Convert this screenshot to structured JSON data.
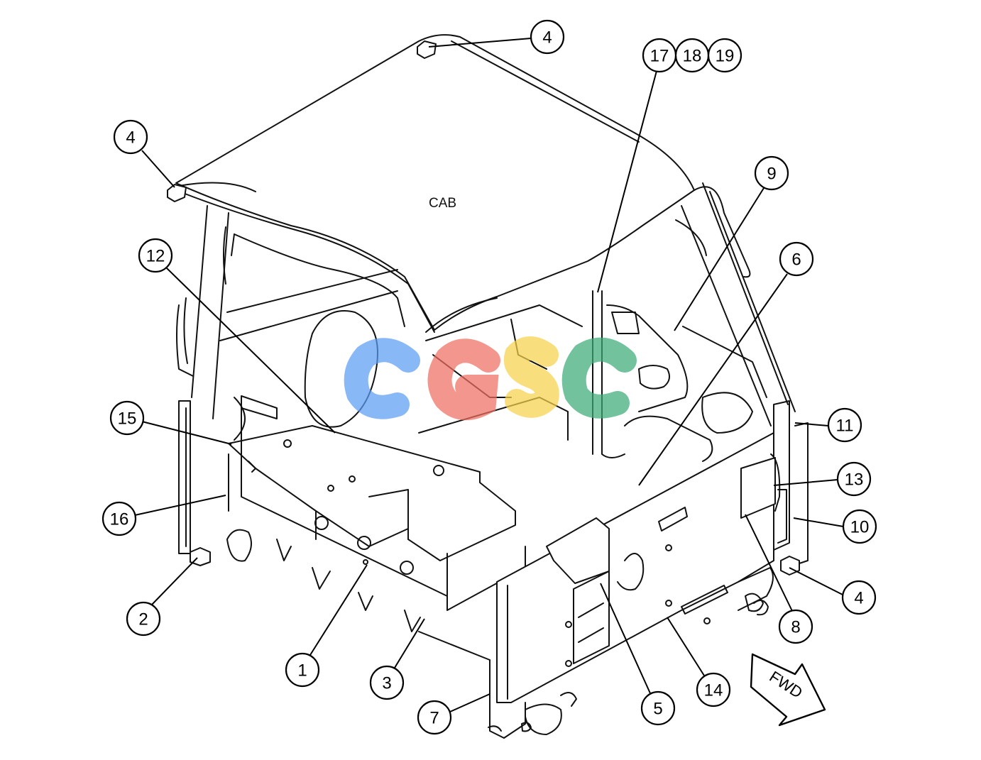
{
  "diagram": {
    "cab_label": "CAB",
    "fwd_label": "FWD",
    "watermark": {
      "text": "CGSC",
      "colors": [
        "#5b9cf2",
        "#ef6f62",
        "#f7d14c",
        "#3daa78"
      ]
    },
    "callouts": [
      {
        "id": "4a",
        "label": "4"
      },
      {
        "id": "17",
        "label": "17"
      },
      {
        "id": "18",
        "label": "18"
      },
      {
        "id": "19",
        "label": "19"
      },
      {
        "id": "4b",
        "label": "4"
      },
      {
        "id": "9",
        "label": "9"
      },
      {
        "id": "12",
        "label": "12"
      },
      {
        "id": "6",
        "label": "6"
      },
      {
        "id": "15",
        "label": "15"
      },
      {
        "id": "11",
        "label": "11"
      },
      {
        "id": "13",
        "label": "13"
      },
      {
        "id": "16",
        "label": "16"
      },
      {
        "id": "10",
        "label": "10"
      },
      {
        "id": "4c",
        "label": "4"
      },
      {
        "id": "2",
        "label": "2"
      },
      {
        "id": "8",
        "label": "8"
      },
      {
        "id": "1",
        "label": "1"
      },
      {
        "id": "3",
        "label": "3"
      },
      {
        "id": "14",
        "label": "14"
      },
      {
        "id": "5",
        "label": "5"
      },
      {
        "id": "7",
        "label": "7"
      }
    ]
  }
}
